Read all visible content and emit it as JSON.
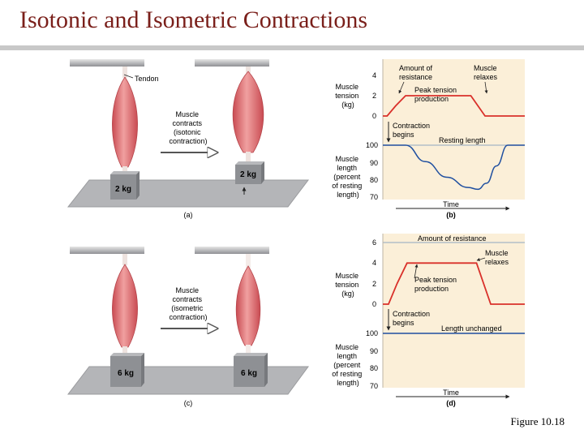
{
  "slide": {
    "title": "Isotonic and Isometric Contractions",
    "caption": "Figure 10.18"
  },
  "colors": {
    "title": "#7a1f1a",
    "muscle": "#e9777a",
    "chart_bg": "#fbefd8",
    "tension_line": "#d9302a",
    "length_line": "#1f4fa0",
    "platform": "#a9aaad",
    "weight": "#8e9094"
  },
  "panel_a": {
    "tendon_label": "Tendon",
    "arrow_text_1": "Muscle",
    "arrow_text_2": "contracts",
    "arrow_text_3": "(isotonic",
    "arrow_text_4": "contraction)",
    "weight_left": "2 kg",
    "weight_right": "2 kg",
    "panel_label": "(a)"
  },
  "panel_c": {
    "arrow_text_1": "Muscle",
    "arrow_text_2": "contracts",
    "arrow_text_3": "(isometric",
    "arrow_text_4": "contraction)",
    "weight_left": "6 kg",
    "weight_right": "6 kg",
    "panel_label": "(c)"
  },
  "chart_data": [
    {
      "type": "line",
      "panel_label": "(b)",
      "xlabel": "Time",
      "tension_axis": {
        "label_lines": [
          "Muscle",
          "tension",
          "(kg)"
        ],
        "ticks": [
          "4",
          "2",
          "0"
        ],
        "ylim": [
          0,
          4
        ],
        "series": {
          "name": "Muscle tension",
          "points": [
            [
              0,
              0
            ],
            [
              0.03,
              0
            ],
            [
              0.09,
              1.0
            ],
            [
              0.16,
              2
            ],
            [
              0.62,
              2
            ],
            [
              0.72,
              0
            ],
            [
              1,
              0
            ]
          ]
        }
      },
      "length_axis": {
        "label_lines": [
          "Muscle",
          "length",
          "(percent",
          "of resting",
          "length)"
        ],
        "ticks": [
          "100",
          "90",
          "80",
          "70"
        ],
        "ylim": [
          70,
          100
        ],
        "series": {
          "name": "Muscle length",
          "points": [
            [
              0,
              100
            ],
            [
              0.16,
              100
            ],
            [
              0.3,
              90.5
            ],
            [
              0.45,
              81.5
            ],
            [
              0.6,
              75.6
            ],
            [
              0.67,
              74.5
            ],
            [
              0.73,
              78
            ],
            [
              0.8,
              88
            ],
            [
              0.88,
              100
            ],
            [
              1,
              100
            ]
          ]
        }
      },
      "annotations": {
        "amount_of_resistance": [
          "Amount of",
          "resistance"
        ],
        "muscle_relaxes": [
          "Muscle",
          "relaxes"
        ],
        "peak_tension": [
          "Peak tension",
          "production"
        ],
        "contraction_begins": [
          "Contraction",
          "begins"
        ],
        "length_note": "Resting length"
      }
    },
    {
      "type": "line",
      "panel_label": "(d)",
      "xlabel": "Time",
      "tension_axis": {
        "label_lines": [
          "Muscle",
          "tension",
          "(kg)"
        ],
        "ticks": [
          "6",
          "4",
          "2",
          "0"
        ],
        "ylim": [
          0,
          6
        ],
        "series": {
          "name": "Muscle tension",
          "points": [
            [
              0,
              0
            ],
            [
              0.04,
              0
            ],
            [
              0.1,
              2
            ],
            [
              0.17,
              4
            ],
            [
              0.66,
              4
            ],
            [
              0.76,
              0
            ],
            [
              1,
              0
            ]
          ]
        }
      },
      "length_axis": {
        "label_lines": [
          "Muscle",
          "length",
          "(percent",
          "of resting",
          "length)"
        ],
        "ticks": [
          "100",
          "90",
          "80",
          "70"
        ],
        "ylim": [
          70,
          100
        ],
        "series": {
          "name": "Muscle length",
          "points": [
            [
              0,
              100
            ],
            [
              1,
              100
            ]
          ]
        }
      },
      "annotations": {
        "amount_of_resistance": [
          "Amount of resistance"
        ],
        "muscle_relaxes": [
          "Muscle",
          "relaxes"
        ],
        "peak_tension": [
          "Peak tension",
          "production"
        ],
        "contraction_begins": [
          "Contraction",
          "begins"
        ],
        "length_note": "Length unchanged"
      }
    }
  ]
}
